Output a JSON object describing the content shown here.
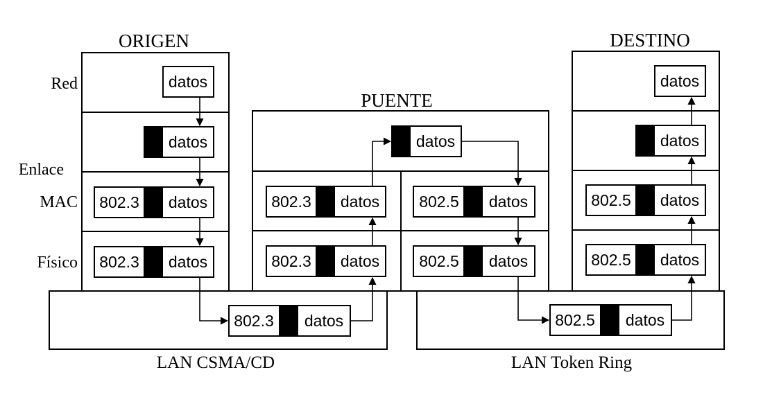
{
  "titles": {
    "origen": "ORIGEN",
    "puente": "PUENTE",
    "destino": "DESTINO"
  },
  "layers": {
    "red": "Red",
    "enlace": "Enlace",
    "mac": "MAC",
    "fisico": "Físico"
  },
  "lans": {
    "left": "LAN CSMA/CD",
    "right": "LAN Token Ring"
  },
  "packets": {
    "data": "datos",
    "proto_csma": "802.3",
    "proto_token": "802.5"
  }
}
